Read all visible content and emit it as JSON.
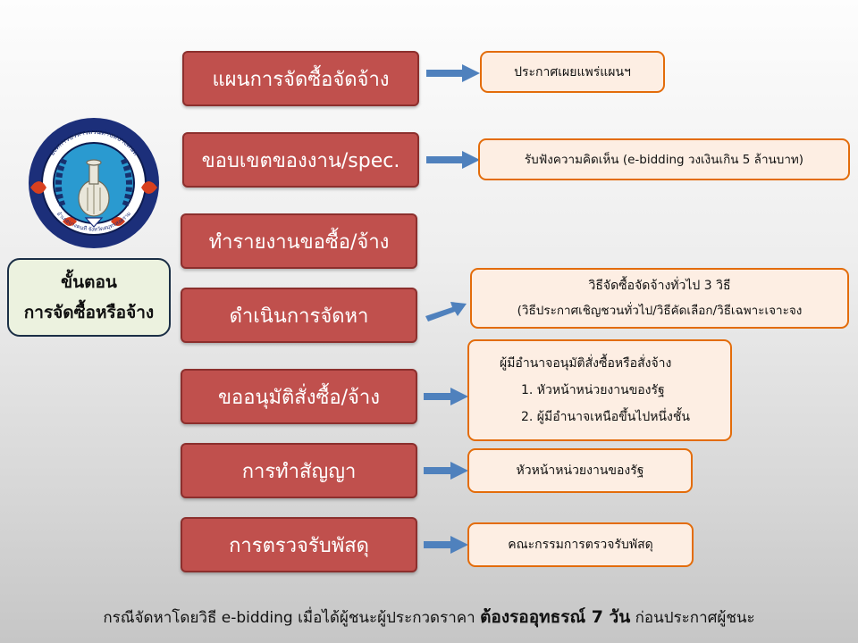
{
  "left": {
    "logo": {
      "icon": "municipal-seal-icon",
      "top_text": "องค์การบริหารส่วนตำบลบางคนที",
      "bottom_text": "อำเภอบางคนที จังหวัดสมุทรสงคราม"
    },
    "title_line1": "ขั้นตอน",
    "title_line2": "การจัดซื้อหรือจ้าง"
  },
  "steps": [
    {
      "label": "แผนการจัดซื้อจัดจ้าง",
      "note": [
        "ประกาศเผยแพร่แผนฯ"
      ]
    },
    {
      "label": "ขอบเขตของงาน/spec.",
      "note": [
        "รับฟังความคิดเห็น (e-bidding วงเงินเกิน 5 ล้านบาท)"
      ]
    },
    {
      "label": "ทำรายงานขอซื้อ/จ้าง",
      "note": []
    },
    {
      "label": "ดำเนินการจัดหา",
      "note": [
        "วิธีจัดซื้อจัดจ้างทั่วไป 3 วิธี",
        "(วิธีประกาศเชิญชวนทั่วไป/วิธีคัดเลือก/วิธีเฉพาะเจาะจง"
      ]
    },
    {
      "label": "ขออนุมัติสั่งซื้อ/จ้าง",
      "note": [
        "ผู้มีอำนาจอนุมัติสั่งซื้อหรือสั่งจ้าง",
        "1. หัวหน้าหน่วยงานของรัฐ",
        "2. ผู้มีอำนาจเหนือขึ้นไปหนึ่งชั้น"
      ]
    },
    {
      "label": "การทำสัญญา",
      "note": [
        "หัวหน้าหน่วยงานของรัฐ"
      ]
    },
    {
      "label": "การตรวจรับพัสดุ",
      "note": [
        "คณะกรรมการตรวจรับพัสดุ"
      ]
    }
  ],
  "footer": {
    "prefix": "กรณีจัดหาโดยวิธี e-bidding เมื่อได้ผู้ชนะผู้ประกวดราคา",
    "emphasis": "ต้องรออุทธรณ์ 7 วัน",
    "suffix": "ก่อนประกาศผู้ชนะ"
  },
  "colors": {
    "step_fill": "#c0504d",
    "note_border": "#e36c0a",
    "note_fill": "#fdeee3",
    "arrow": "#4f81bd",
    "title_border": "#1b2f46",
    "title_fill": "#ecf2df"
  }
}
